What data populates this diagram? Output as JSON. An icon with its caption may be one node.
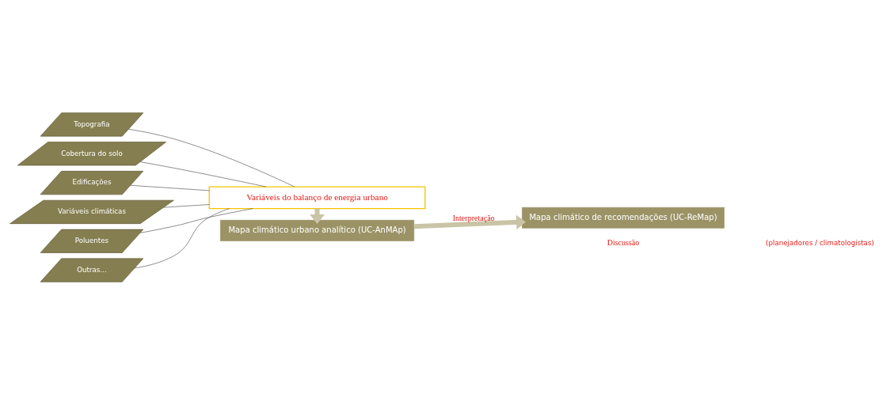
{
  "diagram": {
    "nodes": [
      {
        "text": [
          "Topografia"
        ]
      },
      {
        "text": [
          "Cobertura do solo"
        ]
      },
      {
        "text": [
          "Edificações"
        ]
      },
      {
        "text": [
          "Variáveis climáticas"
        ]
      },
      {
        "text": [
          "Poluentes"
        ]
      },
      {
        "text": [
          "Outras..."
        ]
      },
      {
        "text": [
          "Variáveis do balanço de energia urbano"
        ]
      },
      {
        "text": [
          "Mapa climático urbano analítico (UC-AnMAp)"
        ]
      },
      {
        "text": [
          "Mapa climático de recomendações (UC-ReMap)"
        ]
      }
    ],
    "edges": [
      {
        "from": 0,
        "to": 6,
        "arrow": "none"
      },
      {
        "from": 1,
        "to": 6,
        "arrow": "none"
      },
      {
        "from": 2,
        "to": 6,
        "arrow": "none"
      },
      {
        "from": 3,
        "to": 6,
        "arrow": "none"
      },
      {
        "from": 4,
        "to": 6,
        "arrow": "none"
      },
      {
        "from": 5,
        "to": 6,
        "arrow": "none"
      },
      {
        "from": 6,
        "to": 7,
        "arrow": "to",
        "style": "thick",
        "color": "#c9c4a6"
      },
      {
        "from": 7,
        "to": 8,
        "label": "Interpretação",
        "arrow": "to",
        "style": "thick",
        "color": "#c9c4a6"
      }
    ],
    "labels": [
      "Discussão",
      "(planejadores / climatologistas)"
    ]
  }
}
